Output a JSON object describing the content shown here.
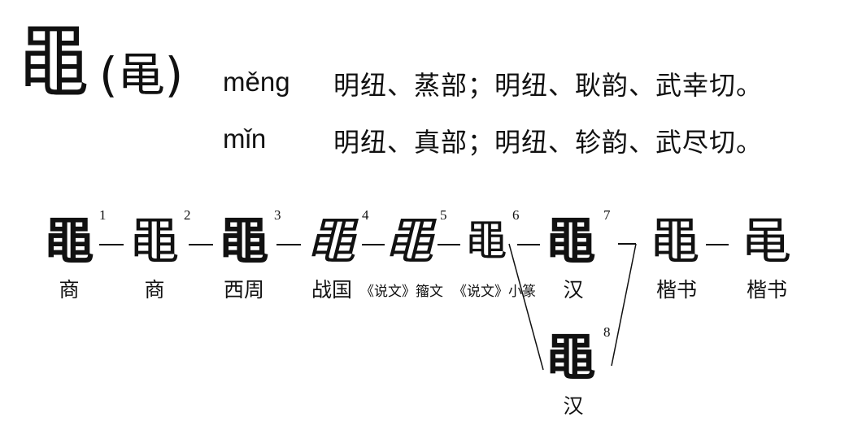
{
  "entry": {
    "headword": "黽",
    "simplified": "(黾)",
    "readings": [
      {
        "pinyin": "měng",
        "definition": "明纽、蒸部；明纽、耿韵、武幸切。"
      },
      {
        "pinyin": "mǐn",
        "definition": "明纽、真部；明纽、轸韵、武尽切。"
      }
    ]
  },
  "evolution": {
    "forms": [
      {
        "number": "1",
        "glyph": "黽",
        "label": "商"
      },
      {
        "number": "2",
        "glyph": "黽",
        "label": "商"
      },
      {
        "number": "3",
        "glyph": "黽",
        "label": "西周"
      },
      {
        "number": "4",
        "glyph": "黽",
        "label": "战国"
      },
      {
        "number": "5",
        "glyph": "黽",
        "label": "《说文》籀文"
      },
      {
        "number": "6",
        "glyph": "黽",
        "label": "《说文》小篆"
      },
      {
        "number": "7",
        "glyph": "黽",
        "label": "汉"
      },
      {
        "number": "",
        "glyph": "黽",
        "label": "楷书"
      },
      {
        "number": "",
        "glyph": "黾",
        "label": "楷书"
      },
      {
        "number": "8",
        "glyph": "黽",
        "label": "汉"
      }
    ]
  }
}
